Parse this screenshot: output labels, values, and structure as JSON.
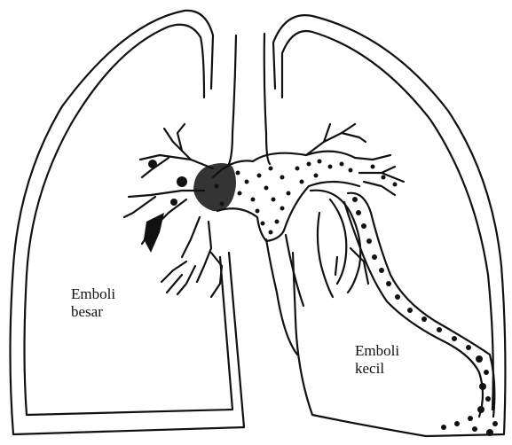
{
  "labels": {
    "large_emboli": {
      "line1": "Emboli",
      "line2": "besar"
    },
    "small_emboli": {
      "line1": "Emboli",
      "line2": "kecil"
    }
  },
  "colors": {
    "ink": "#111111",
    "background": "#ffffff"
  }
}
